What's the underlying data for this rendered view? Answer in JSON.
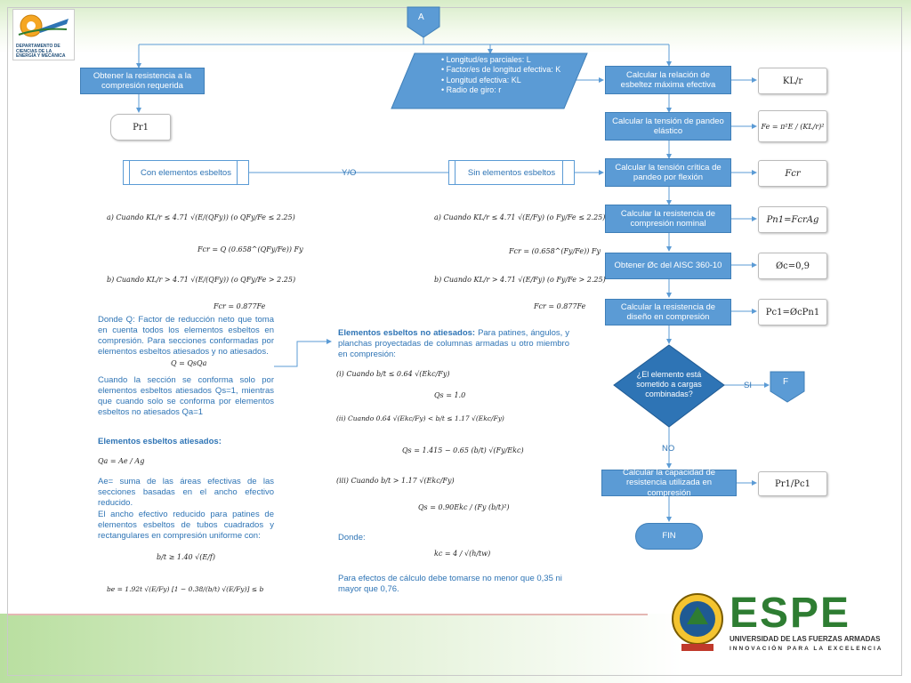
{
  "connector_a": "A",
  "left_flow": {
    "obtain_box": "Obtener la resistencia a la compresión requerida",
    "pr1_box": "Pr1"
  },
  "parameters": {
    "items": [
      "Longitud/es parciales: L",
      "Factor/es de longitud efectiva: K",
      "Longitud efectiva: KL",
      "Radio de giro: r"
    ]
  },
  "branch": {
    "with_slender": "Con elementos esbeltos",
    "yo": "Y/O",
    "without_slender": "Sin elementos esbeltos"
  },
  "right_flow": {
    "steps": [
      "Calcular la relación de esbeltez máxima efectiva",
      "Calcular la tensión de pandeo elástico",
      "Calcular la tensión crítica de pandeo por flexión",
      "Calcular la resistencia de compresión nominal",
      "Obtener Øc del AISC 360-10",
      "Calcular la resistencia de diseño en compresión"
    ],
    "results": [
      "KL/r",
      "Fe = π²E / (KL/r)²",
      "Fcr",
      "Pn1=FcrAg",
      "Øc=0,9",
      "Pc1=ØcPn1"
    ],
    "decision": "¿El elemento está sometido a cargas combinadas?",
    "si": "SI",
    "no": "NO",
    "connector_f": "F",
    "capacity_box": "Calcular la capacidad de resistencia utilizada en compresión",
    "capacity_result": "Pr1/Pc1",
    "fin": "FIN"
  },
  "formulas_left": {
    "a": "a) Cuando KL/r ≤ 4.71 √(E/(QFy))      (o QFy/Fe ≤ 2.25)",
    "a_fcr": "Fcr = Q (0.658^(QFy/Fe)) Fy",
    "b": "b) Cuando KL/r > 4.71 √(E/(QFy))      (o QFy/Fe > 2.25)",
    "b_fcr": "Fcr = 0.877Fe"
  },
  "formulas_mid": {
    "a": "a) Cuando KL/r ≤ 4.71 √(E/Fy)      (o Fy/Fe ≤ 2.25)",
    "a_fcr": "Fcr = (0.658^(Fy/Fe)) Fy",
    "b": "b) Cuando KL/r > 4.71 √(E/Fy)      (o Fy/Fe > 2.25)",
    "b_fcr": "Fcr = 0.877Fe"
  },
  "left_text": {
    "q_desc": "Donde Q: Factor de reducción neto que toma en cuenta todos los elementos esbeltos en compresión. Para secciones conformadas por elementos esbeltos atiesados y no atiesados.",
    "q_formula": "Q = QsQa",
    "qs_desc": "Cuando la sección se conforma solo por elementos esbeltos atiesados Qs=1, mientras que cuando solo se conforma por elementos esbeltos no atiesados Qa=1",
    "stiffened_heading": "Elementos esbeltos atiesados:",
    "qa_formula": "Qa = Ae / Ag",
    "ae_desc": "Ae= suma de las áreas efectivas de las secciones basadas en el ancho efectivo reducido.",
    "be_desc": "El ancho efectivo reducido para patines de elementos esbeltos de tubos cuadrados y rectangulares en compresión uniforme con:",
    "bt_formula": "b/t ≥ 1.40 √(E/f)",
    "be_formula": "be = 1.92t √(E/Fy) [1 − 0.38/(b/t) √(E/Fy)] ≤ b"
  },
  "mid_text": {
    "unstiffened_heading": "Elementos esbeltos no atiesados:",
    "unstiffened_desc": " Para patines, ángulos, y planchas proyectadas de columnas armadas u otro miembro en compresión:",
    "i_cond": "(i) Cuando b/t ≤ 0.64 √(Ekc/Fy)",
    "i_res": "Qs = 1.0",
    "ii_cond": "(ii) Cuando 0.64 √(Ekc/Fy) < b/t ≤ 1.17 √(Ekc/Fy)",
    "ii_res": "Qs = 1.415 − 0.65 (b/t) √(Fy/Ekc)",
    "iii_cond": "(iii) Cuando b/t > 1.17 √(Ekc/Fy)",
    "iii_res": "Qs = 0.90Ekc / (Fy (b/t)²)",
    "donde": "Donde:",
    "kc": "kc = 4 / √(h/tw)",
    "kc_note": "Para efectos de cálculo debe tomarse no menor que 0,35 ni mayor que 0,76."
  },
  "logos": {
    "left_logo_text": "DEPARTAMENTO DE CIENCIAS DE LA ENERGÍA Y MECÁNICA",
    "espe_title": "ESPE",
    "espe_sub": "UNIVERSIDAD DE LAS FUERZAS ARMADAS",
    "espe_motto": "INNOVACIÓN PARA LA EXCELENCIA"
  },
  "colors": {
    "box_fill": "#5b9bd5",
    "text_blue": "#2e74b5",
    "espe_green": "#2e7d32"
  }
}
